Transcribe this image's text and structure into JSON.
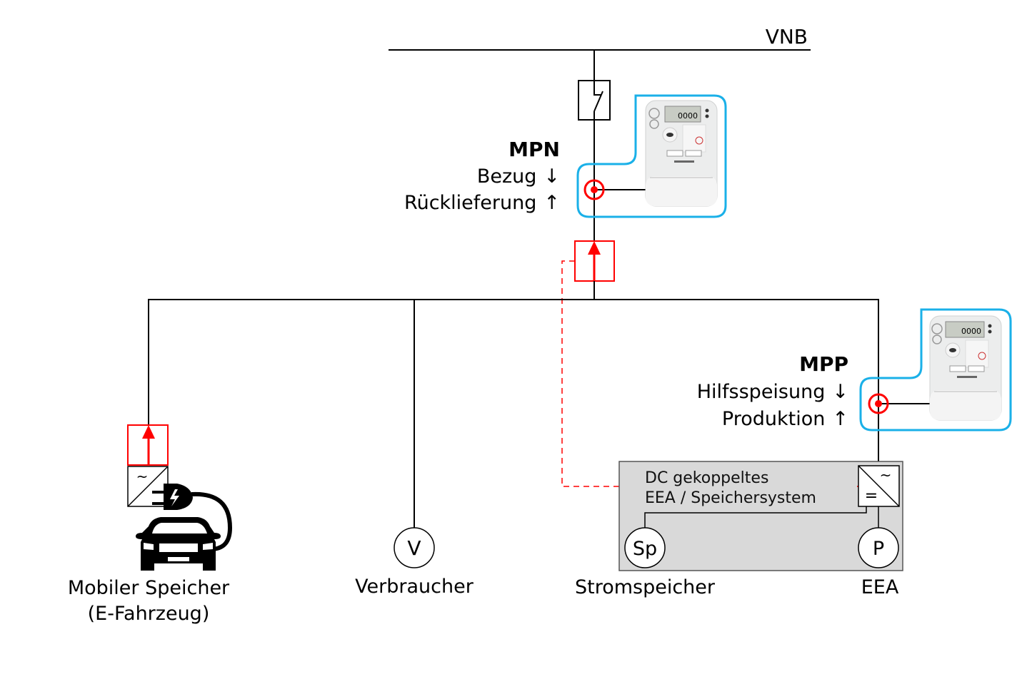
{
  "grid": {
    "supply_label": "VNB"
  },
  "meters": [
    {
      "id": "MPN",
      "name": "MPN",
      "lines": [
        {
          "text": "Bezug",
          "direction": "down",
          "arrow": "↓"
        },
        {
          "text": "Rücklieferung",
          "direction": "up",
          "arrow": "↑"
        }
      ],
      "display": "0000"
    },
    {
      "id": "MPP",
      "name": "MPP",
      "lines": [
        {
          "text": "Hilfsspeisung",
          "direction": "down",
          "arrow": "↓"
        },
        {
          "text": "Produktion",
          "direction": "up",
          "arrow": "↑"
        }
      ],
      "display": "0000"
    }
  ],
  "dc_system": {
    "title_line1": "DC gekoppeltes",
    "title_line2": "EEA / Speichersystem",
    "inverter_ac_symbol": "~",
    "inverter_dc_symbol": "="
  },
  "loads": [
    {
      "id": "ev",
      "symbol": "~",
      "label_line1": "Mobiler Speicher",
      "label_line2": "(E-Fahrzeug)"
    },
    {
      "id": "consumer",
      "symbol": "V",
      "label_line1": "Verbraucher"
    },
    {
      "id": "storage",
      "symbol": "Sp",
      "label_line1": "Stromspeicher"
    },
    {
      "id": "generation",
      "symbol": "P",
      "label_line1": "EEA"
    }
  ],
  "icons": {
    "breaker": "circuit-breaker-icon",
    "measurement_point": "measurement-point-icon",
    "direction_sensor": "flow-direction-arrow-icon",
    "ev": "electric-car-icon",
    "plug": "charging-plug-icon",
    "smart_meter": "smart-meter-icon"
  },
  "colors": {
    "line": "#000000",
    "sensor": "#ff0000",
    "meter_outline": "#1ab0e8",
    "dc_box_fill": "#d9d9d9"
  }
}
